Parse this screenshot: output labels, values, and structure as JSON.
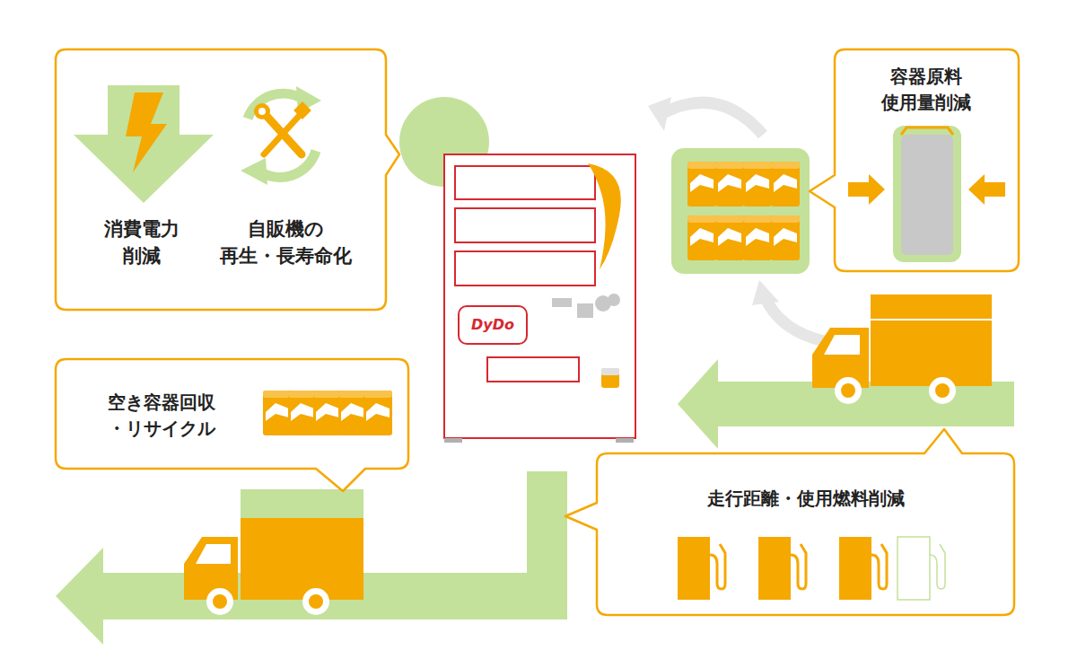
{
  "diagram": {
    "nodes": [
      {
        "text": [
          "消費電力 削減",
          "自販機の 再生・長寿命化"
        ]
      },
      {
        "text": [
          "容器原料 使用量削減"
        ]
      },
      {
        "text": [
          "DyDo"
        ]
      },
      {
        "text": [
          "空き容器回収 ・リサイクル"
        ]
      },
      {
        "text": [
          "走行距離・使用燃料削減"
        ]
      }
    ]
  }
}
